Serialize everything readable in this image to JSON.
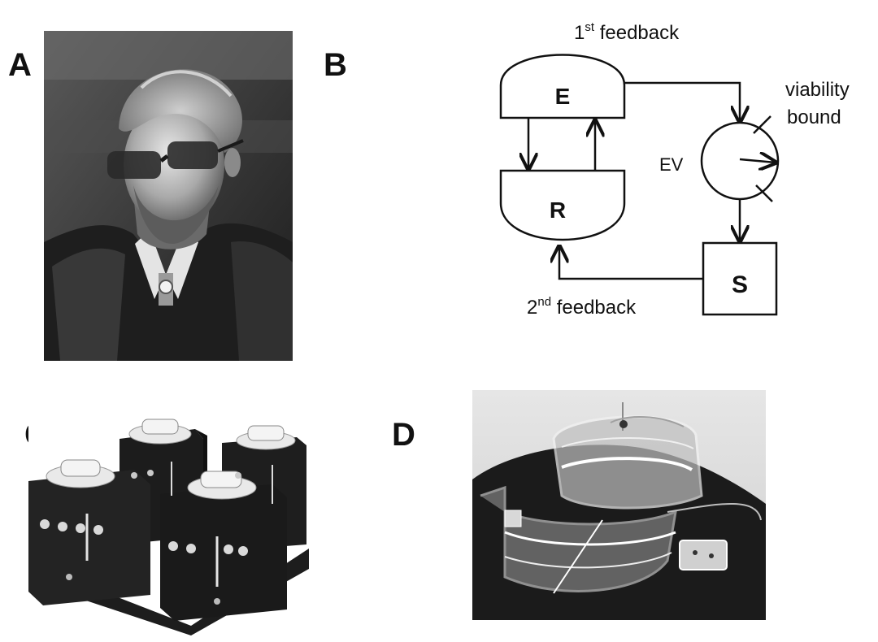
{
  "panels": {
    "a": {
      "letter": "A"
    },
    "b": {
      "letter": "B"
    },
    "c": {
      "letter": "C"
    },
    "d": {
      "letter": "D"
    }
  },
  "diagram": {
    "node_e": "E",
    "node_r": "R",
    "node_s": "S",
    "node_ev": "EV",
    "first_feedback": {
      "number": "1",
      "suffix": "st",
      "text": " feedback"
    },
    "second_feedback": {
      "number": "2",
      "suffix": "nd",
      "text": " feedback"
    },
    "viability_line1": "viability",
    "viability_line2": "bound"
  },
  "colors": {
    "ink": "#111111",
    "photo_dark": "#222222",
    "photo_mid": "#7a7a7a",
    "photo_light": "#d8d8d8"
  }
}
